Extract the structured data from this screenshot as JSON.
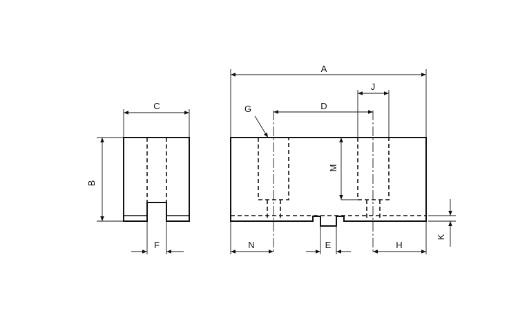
{
  "title": "Jaw dimension drawing",
  "labels": {
    "A": "A",
    "B": "B",
    "C": "C",
    "D": "D",
    "E": "E",
    "F": "F",
    "G": "G",
    "H": "H",
    "J": "J",
    "K": "K",
    "M": "M",
    "N": "N"
  },
  "colors": {
    "line": "#111111",
    "background": "#ffffff"
  }
}
